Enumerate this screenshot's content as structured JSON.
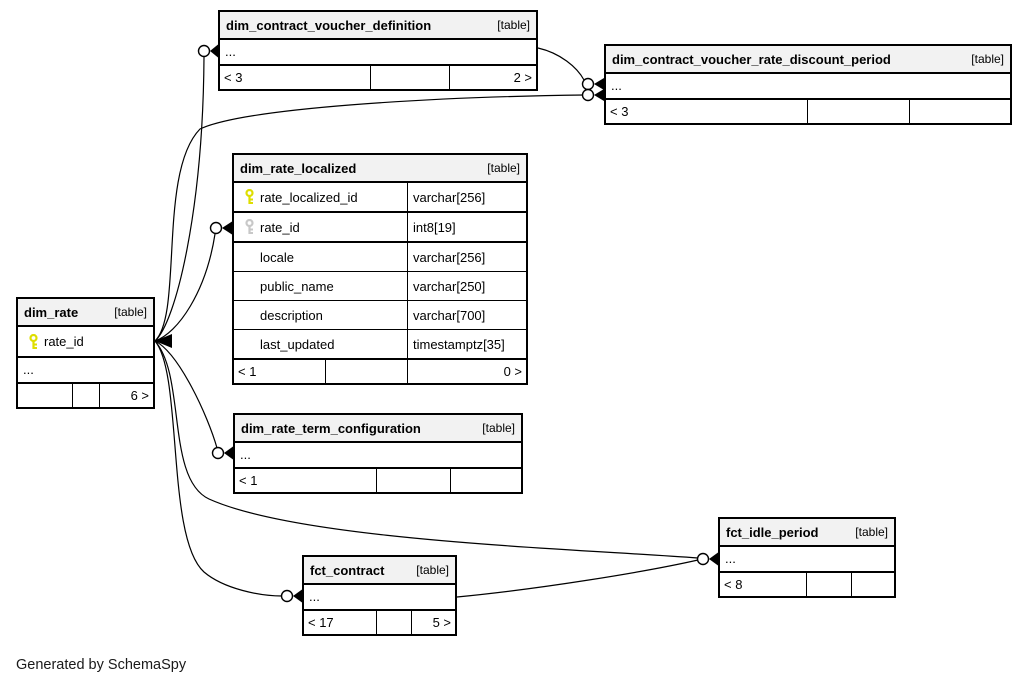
{
  "generated_by": "Generated by SchemaSpy",
  "colors": {
    "header_bg": "#f2f2f2",
    "line": "#000000",
    "primary_key": "#dede00",
    "foreign_key": "#c8c8c8"
  },
  "tables": {
    "definition": {
      "title": "dim_contract_voucher_definition",
      "badge": "[table]",
      "ellipsis": "...",
      "footer": {
        "left": "< 3",
        "mid": "",
        "right": "2 >"
      }
    },
    "discount": {
      "title": "dim_contract_voucher_rate_discount_period",
      "badge": "[table]",
      "ellipsis": "...",
      "footer": {
        "left": "< 3",
        "mid": "",
        "right": ""
      }
    },
    "localized": {
      "title": "dim_rate_localized",
      "badge": "[table]",
      "columns": [
        {
          "key": "primary",
          "name": "rate_localized_id",
          "type": "varchar[256]"
        },
        {
          "key": "foreign",
          "name": "rate_id",
          "type": "int8[19]"
        },
        {
          "key": "",
          "name": "locale",
          "type": "varchar[256]"
        },
        {
          "key": "",
          "name": "public_name",
          "type": "varchar[250]"
        },
        {
          "key": "",
          "name": "description",
          "type": "varchar[700]"
        },
        {
          "key": "",
          "name": "last_updated",
          "type": "timestamptz[35]"
        }
      ],
      "footer": {
        "left": "< 1",
        "mid": "",
        "right": "0 >"
      }
    },
    "rate": {
      "title": "dim_rate",
      "badge": "[table]",
      "pk_column": "rate_id",
      "ellipsis": "...",
      "footer": {
        "left": "",
        "mid": "",
        "right": "6 >"
      }
    },
    "term": {
      "title": "dim_rate_term_configuration",
      "badge": "[table]",
      "ellipsis": "...",
      "footer": {
        "left": "< 1",
        "mid": "",
        "right": ""
      }
    },
    "idle": {
      "title": "fct_idle_period",
      "badge": "[table]",
      "ellipsis": "...",
      "footer": {
        "left": "< 8",
        "mid": "",
        "right": ""
      }
    },
    "contract": {
      "title": "fct_contract",
      "badge": "[table]",
      "ellipsis": "...",
      "footer": {
        "left": "< 17",
        "mid": "",
        "right": "5 >"
      }
    }
  },
  "relationships": [
    {
      "from": "dim_rate.rate_id",
      "to": "dim_contract_voucher_definition"
    },
    {
      "from": "dim_rate.rate_id",
      "to": "dim_contract_voucher_rate_discount_period"
    },
    {
      "from": "dim_rate.rate_id",
      "to": "dim_rate_localized.rate_id"
    },
    {
      "from": "dim_rate.rate_id",
      "to": "dim_rate_term_configuration"
    },
    {
      "from": "dim_rate.rate_id",
      "to": "fct_contract"
    },
    {
      "from": "dim_rate.rate_id",
      "to": "fct_idle_period"
    },
    {
      "from": "dim_contract_voucher_definition",
      "to": "dim_contract_voucher_rate_discount_period"
    },
    {
      "from": "fct_contract",
      "to": "fct_idle_period"
    }
  ]
}
